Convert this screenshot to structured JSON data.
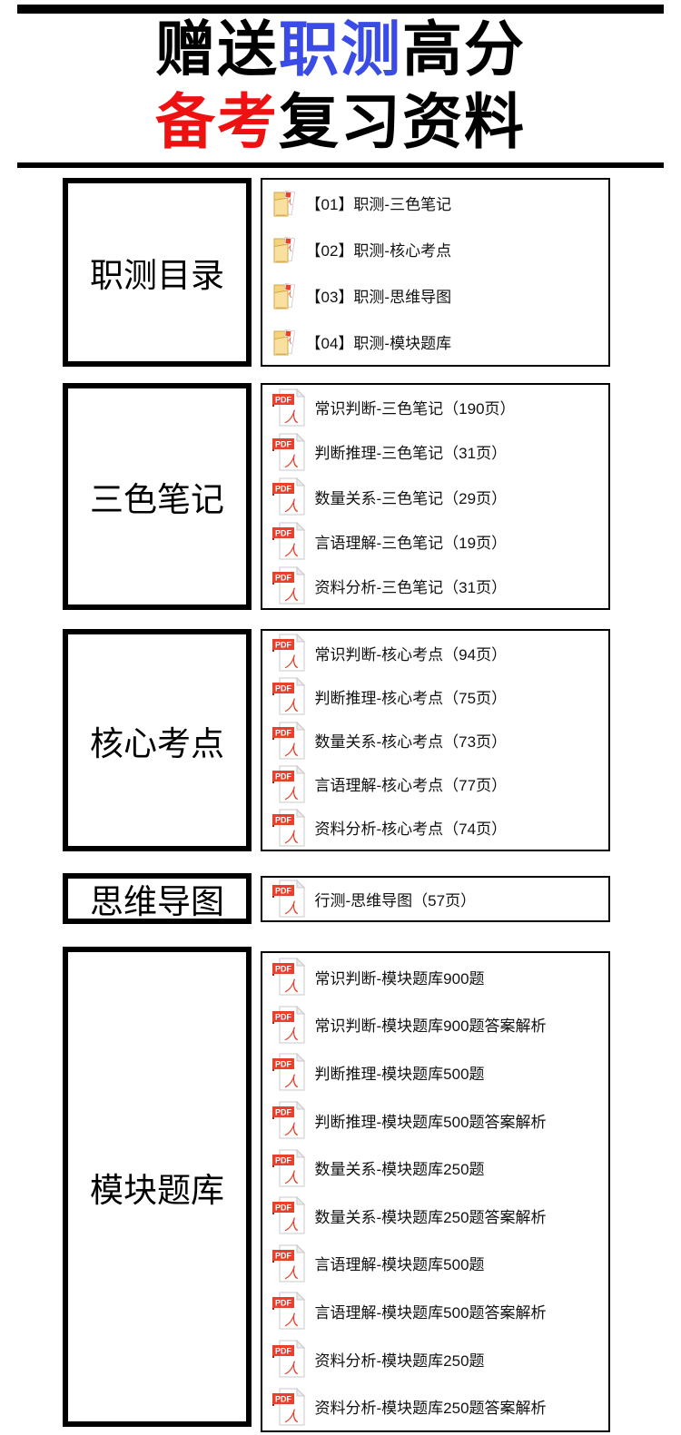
{
  "header": {
    "top_bar_color": "#000000",
    "divider_color": "#000000",
    "title_line1": [
      {
        "text": "赠送",
        "color": "#000000"
      },
      {
        "text": "职测",
        "color": "#3b4be6"
      },
      {
        "text": "高分",
        "color": "#000000"
      }
    ],
    "title_line2": [
      {
        "text": "备考",
        "color": "#ee1111"
      },
      {
        "text": "复习资料",
        "color": "#000000"
      }
    ]
  },
  "icons": {
    "pdf_label": "PDF",
    "pdf_figure": "人",
    "pdf_red": "#e8402a",
    "folder_yellow": "#f5d27c"
  },
  "sections": [
    {
      "label": "职测目录",
      "icon": "folder",
      "items": [
        "【01】职测-三色笔记",
        "【02】职测-核心考点",
        "【03】职测-思维导图",
        "【04】职测-模块题库"
      ]
    },
    {
      "label": "三色笔记",
      "icon": "pdf",
      "items": [
        "常识判断-三色笔记（190页）",
        "判断推理-三色笔记（31页）",
        "数量关系-三色笔记（29页）",
        "言语理解-三色笔记（19页）",
        "资料分析-三色笔记（31页）"
      ]
    },
    {
      "label": "核心考点",
      "icon": "pdf",
      "items": [
        "常识判断-核心考点（94页）",
        "判断推理-核心考点（75页）",
        "数量关系-核心考点（73页）",
        "言语理解-核心考点（77页）",
        "资料分析-核心考点（74页）"
      ]
    },
    {
      "label": "思维导图",
      "icon": "pdf",
      "items": [
        "行测-思维导图（57页）"
      ]
    },
    {
      "label": "模块题库",
      "icon": "pdf",
      "items": [
        "常识判断-模块题库900题",
        "常识判断-模块题库900题答案解析",
        "判断推理-模块题库500题",
        "判断推理-模块题库500题答案解析",
        "数量关系-模块题库250题",
        "数量关系-模块题库250题答案解析",
        "言语理解-模块题库500题",
        "言语理解-模块题库500题答案解析",
        "资料分析-模块题库250题",
        "资料分析-模块题库250题答案解析"
      ]
    }
  ]
}
